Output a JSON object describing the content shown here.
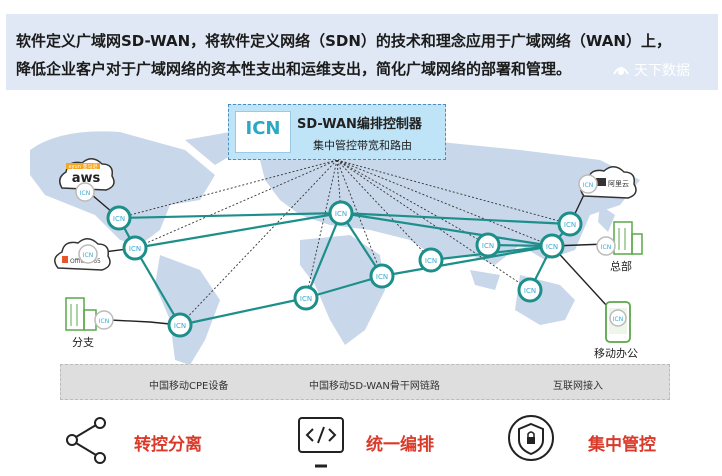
{
  "header": {
    "line1": "软件定义广域网SD-WAN，将软件定义网络（SDN）的技术和理念应用于广域网络（WAN）上，",
    "line2": "降低企业客户对于广域网络的资本性支出和运维支出，简化广域网络的部署和管理。",
    "watermark": "天下数据"
  },
  "controller": {
    "logo": "ICN",
    "title": "SD-WAN编排控制器",
    "subtitle": "集中管控带宽和路由"
  },
  "cloud_labels": {
    "aws": "aws",
    "aws_badge": "eyun 亚马逊",
    "office": "Office 365",
    "aliyun": "阿里云"
  },
  "site_labels": {
    "branch": "分支",
    "hq": "总部",
    "mobile": "移动办公"
  },
  "legend": {
    "cpe": "中国移动CPE设备",
    "backbone": "中国移动SD-WAN骨干网链路",
    "internet": "互联网接入"
  },
  "features": [
    {
      "icon": "share-nodes-icon",
      "label": "转控分离"
    },
    {
      "icon": "code-screen-icon",
      "label": "统一编排"
    },
    {
      "icon": "shield-lock-icon",
      "label": "集中管控"
    }
  ],
  "colors": {
    "backbone": "#1d8f8a",
    "accent_red": "#d93a2a",
    "map": "#c9d7ea",
    "header_bg": "#dfe8f4"
  }
}
